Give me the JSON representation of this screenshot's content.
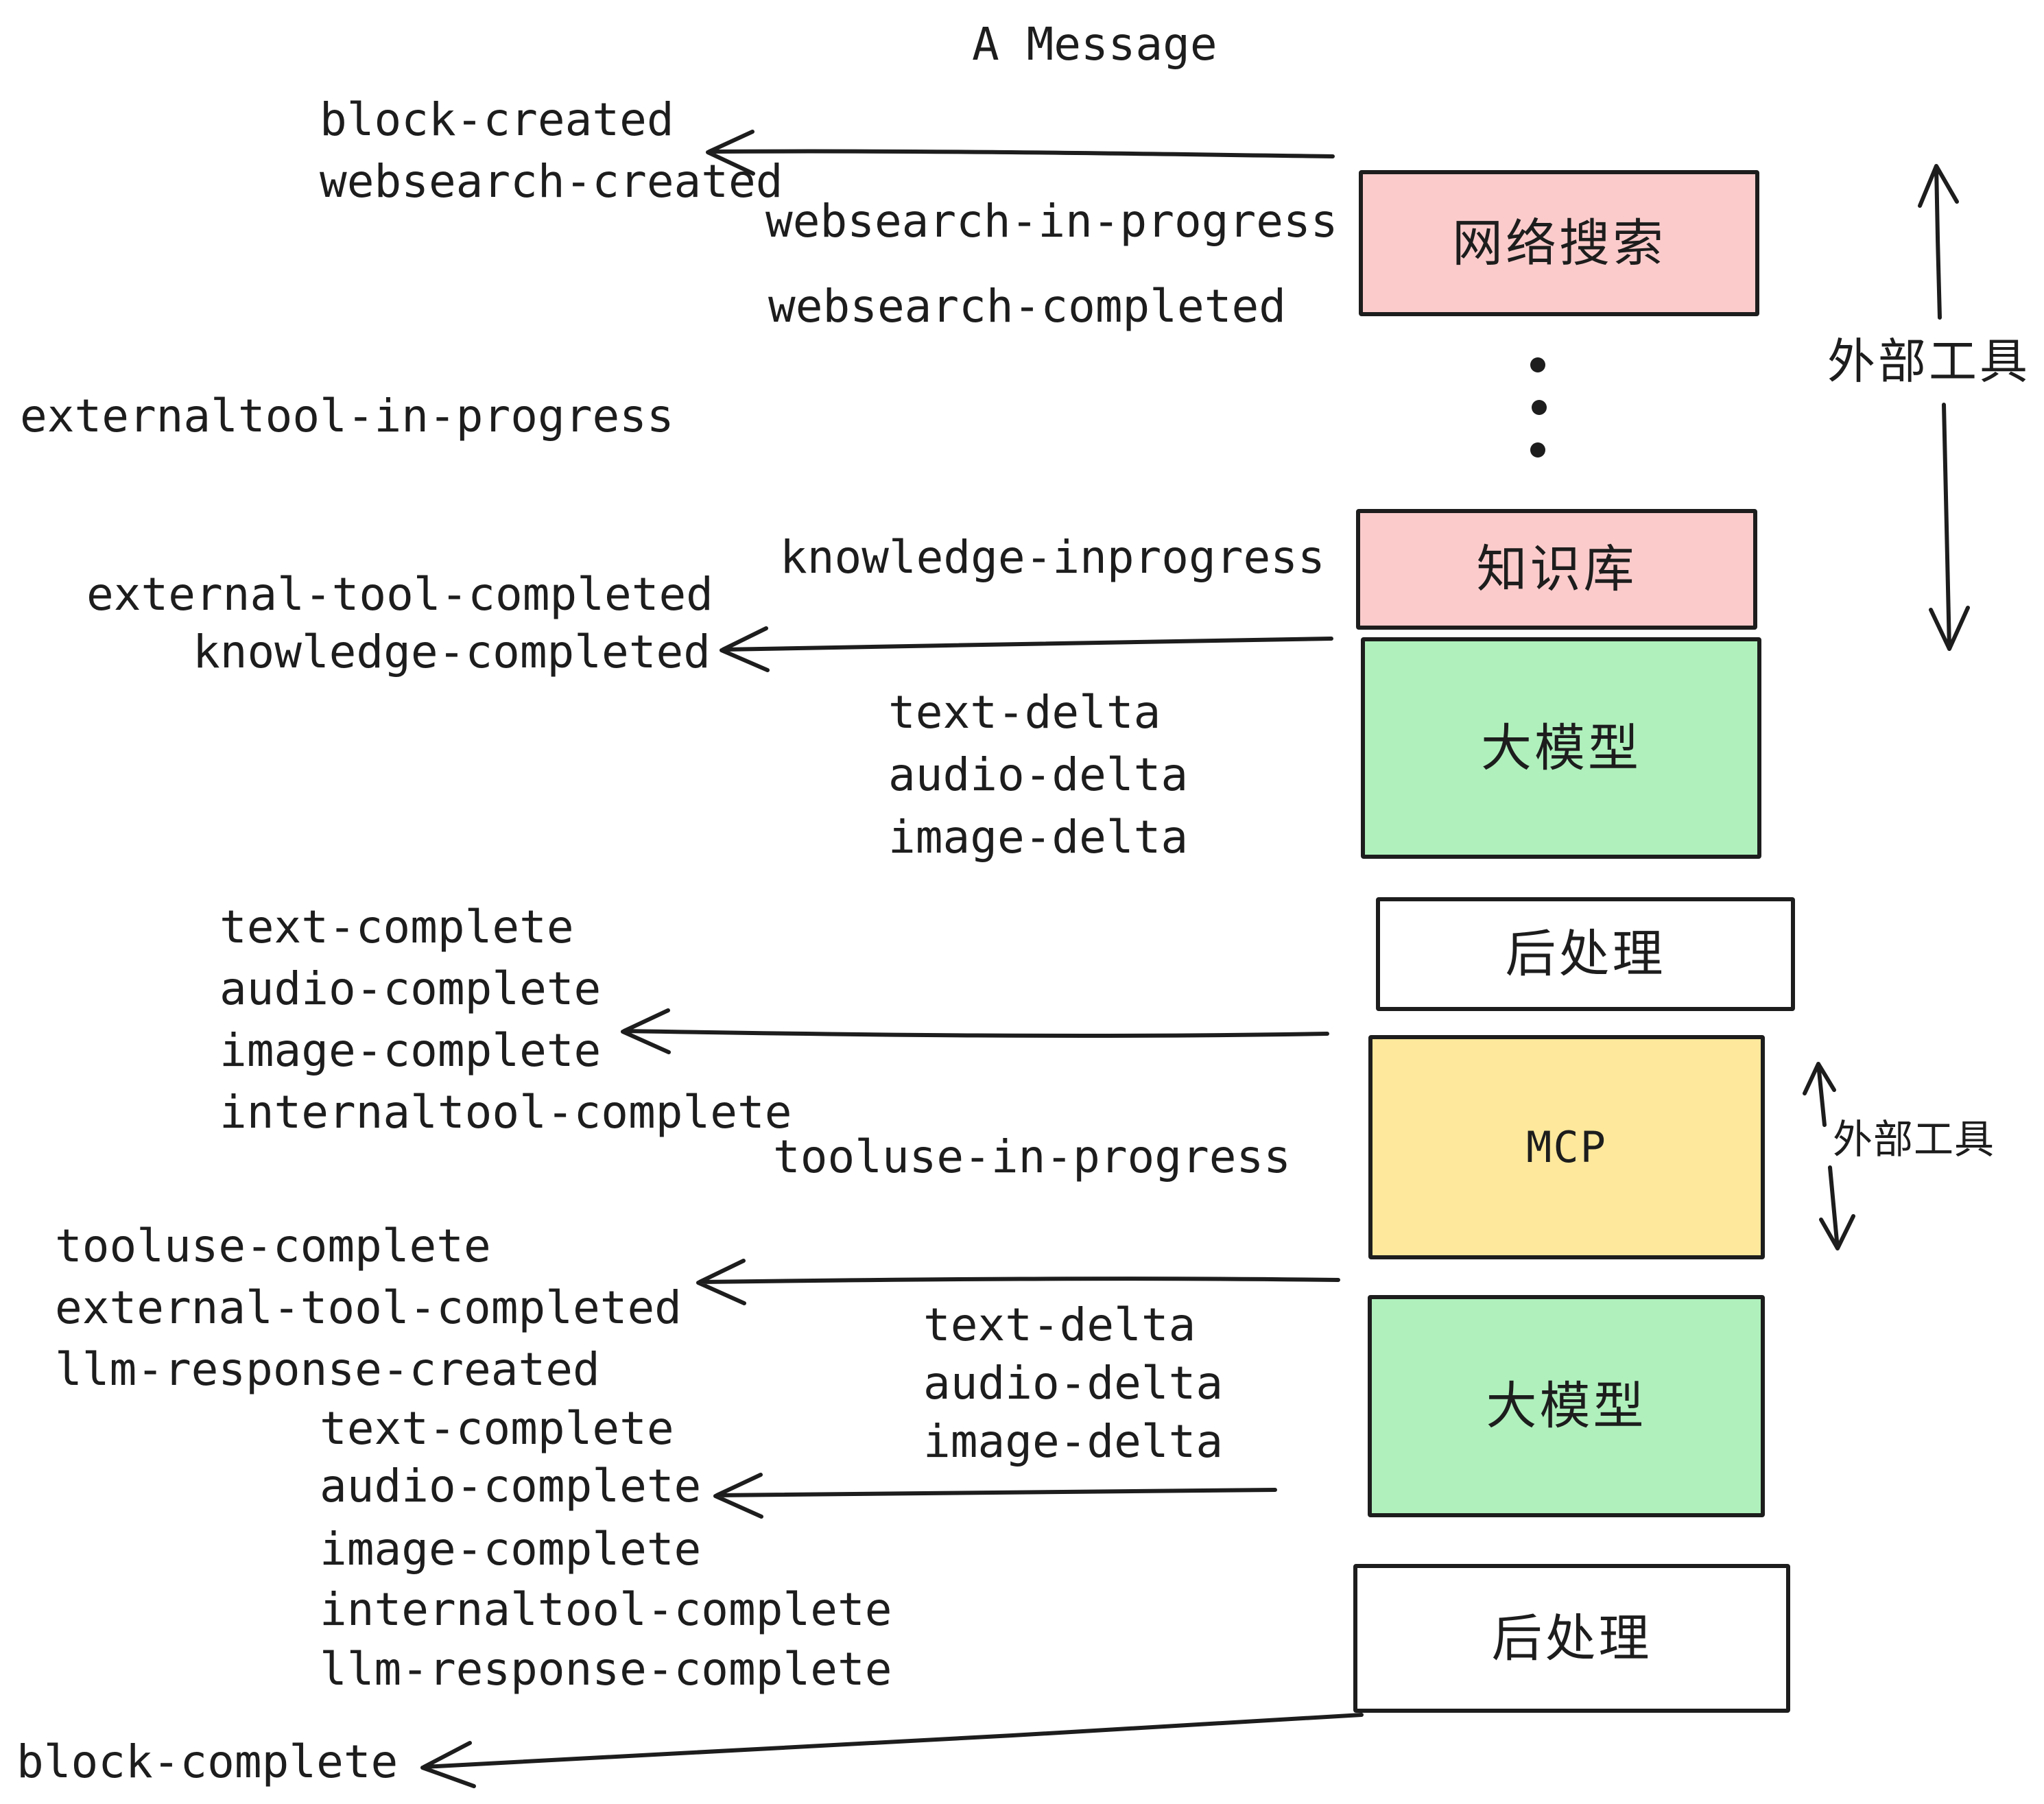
{
  "title": "A Message",
  "colors": {
    "ink": "#1D1D1D",
    "pink": "#FBCBCB",
    "green": "#AFF0BC",
    "yellow": "#FDE89B",
    "white": "#FFFFFF"
  },
  "events": [
    "block-created",
    "websearch-created",
    "websearch-in-progress",
    "websearch-completed",
    "externaltool-in-progress",
    "knowledge-inprogress",
    "external-tool-completed",
    "knowledge-completed",
    "text-delta",
    "audio-delta",
    "image-delta",
    "text-complete",
    "audio-complete",
    "image-complete",
    "internaltool-complete",
    "tooluse-in-progress",
    "tooluse-complete",
    "external-tool-completed",
    "llm-response-created",
    "text-delta",
    "audio-delta",
    "image-delta",
    "text-complete",
    "audio-complete",
    "image-complete",
    "internaltool-complete",
    "llm-response-complete",
    "block-complete"
  ],
  "boxes": [
    {
      "label": "网络搜索",
      "fill": "pink"
    },
    {
      "label": "知识库",
      "fill": "pink"
    },
    {
      "label": "大模型",
      "fill": "green"
    },
    {
      "label": "后处理",
      "fill": "white"
    },
    {
      "label": "MCP",
      "fill": "yellow"
    },
    {
      "label": "大模型",
      "fill": "green"
    },
    {
      "label": "后处理",
      "fill": "white"
    }
  ],
  "annotations": {
    "external_tools_top": "外部工具",
    "external_tools_bottom": "外部工具"
  }
}
